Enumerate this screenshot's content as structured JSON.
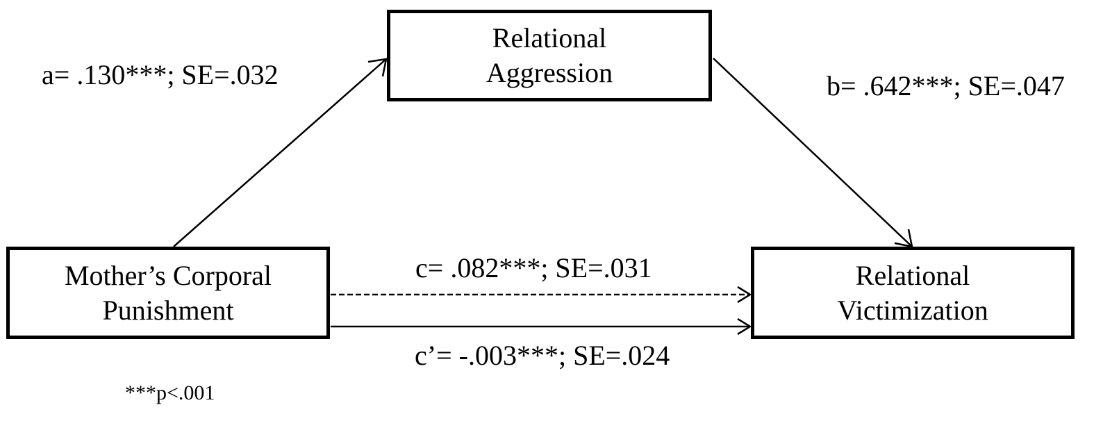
{
  "nodes": {
    "mediator": {
      "line1": "Relational",
      "line2": "Aggression"
    },
    "predictor": {
      "line1": "Mother’s Corporal",
      "line2": "Punishment"
    },
    "outcome": {
      "line1": "Relational",
      "line2": "Victimization"
    }
  },
  "paths": {
    "a": "a= .130***; SE=.032",
    "b": "b= .642***; SE=.047",
    "c": "c= .082***; SE=.031",
    "c_prime": "c’= -.003***; SE=.024"
  },
  "note": "***p<.001",
  "colors": {
    "line": "#000000",
    "background": "#ffffff"
  }
}
